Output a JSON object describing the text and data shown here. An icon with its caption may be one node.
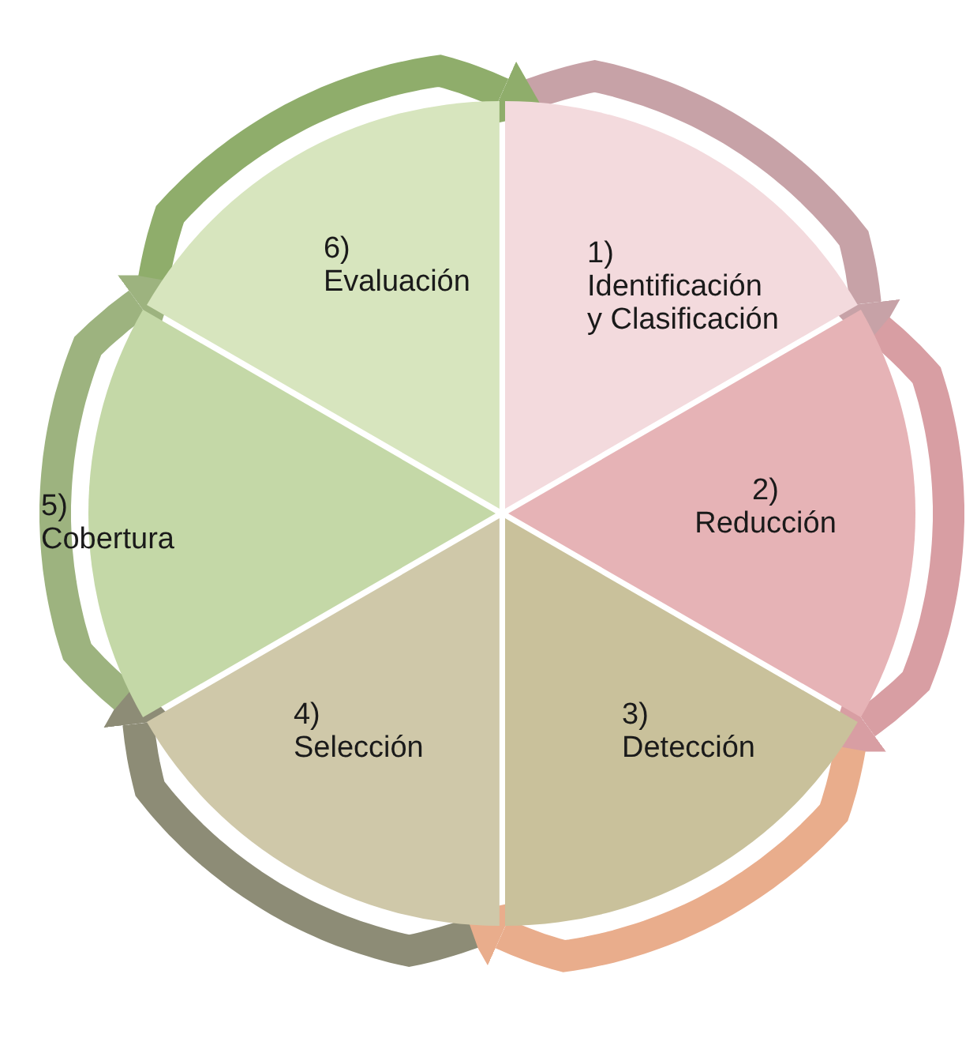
{
  "diagram": {
    "nodes": [
      {
        "text": [
          "1) Identificación y Clasificación"
        ]
      },
      {
        "text": [
          "2) Reducción"
        ]
      },
      {
        "text": [
          "3) Detección"
        ]
      },
      {
        "text": [
          "4) Selección"
        ]
      },
      {
        "text": [
          "5) Cobertura"
        ]
      },
      {
        "text": [
          "6) Evaluación"
        ]
      }
    ],
    "edges": [
      {
        "from": 0,
        "to": 1,
        "arrow": "to"
      },
      {
        "from": 1,
        "to": 2,
        "arrow": "to"
      },
      {
        "from": 2,
        "to": 3,
        "arrow": "to"
      },
      {
        "from": 3,
        "to": 4,
        "arrow": "to"
      },
      {
        "from": 4,
        "to": 5,
        "arrow": "to"
      },
      {
        "from": 5,
        "to": 0,
        "arrow": "to"
      }
    ]
  }
}
